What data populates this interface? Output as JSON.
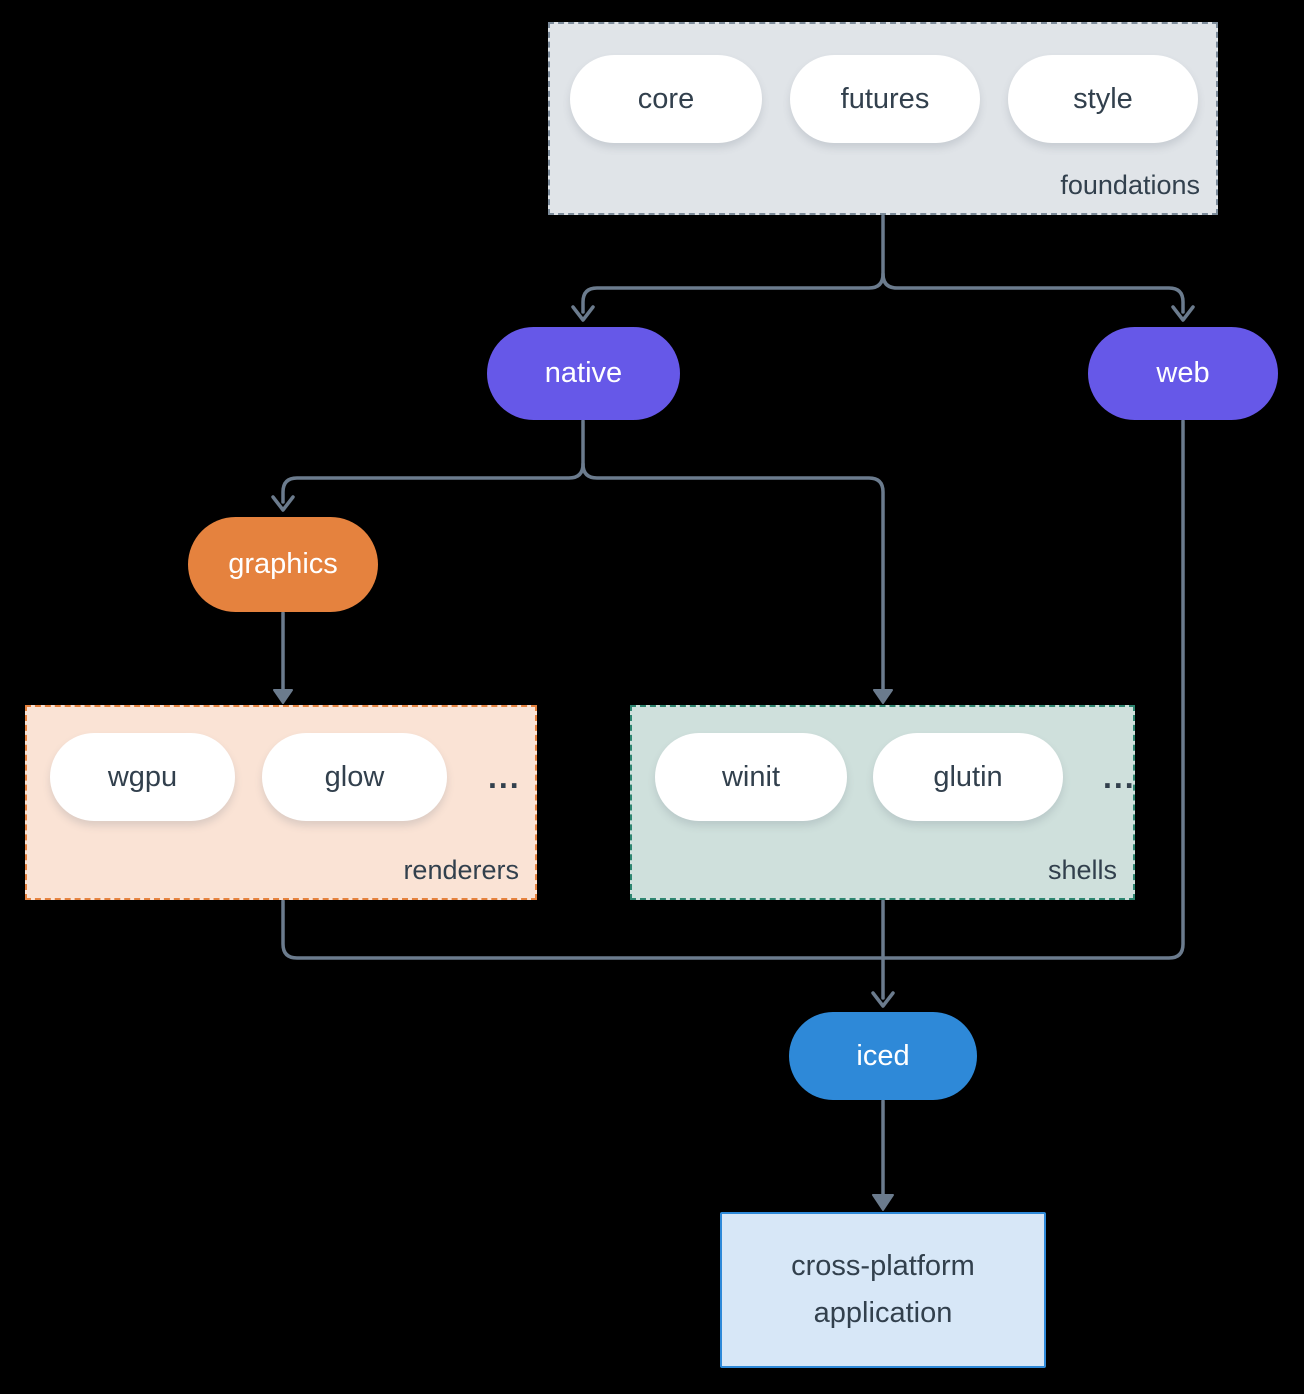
{
  "colors": {
    "background": "#000000",
    "line": "#6B7B8D",
    "text_dark": "#32404D",
    "text_light": "#FFFFFF",
    "pill_white": "#FFFFFF",
    "node_purple": "#6658E8",
    "node_orange": "#E5823E",
    "node_blue": "#2E89D8",
    "group_foundations_bg": "#E0E4E8",
    "group_foundations_border": "#7D8C9B",
    "group_renderers_bg": "#FAE3D5",
    "group_renderers_border": "#E5823E",
    "group_shells_bg": "#CFE0DC",
    "group_shells_border": "#2E8570",
    "app_bg": "#D7E7F7",
    "app_border": "#2E89D8"
  },
  "groups": {
    "foundations": {
      "label": "foundations",
      "items": [
        "core",
        "futures",
        "style"
      ]
    },
    "renderers": {
      "label": "renderers",
      "items": [
        "wgpu",
        "glow"
      ],
      "ellipsis": "..."
    },
    "shells": {
      "label": "shells",
      "items": [
        "winit",
        "glutin"
      ],
      "ellipsis": "..."
    }
  },
  "nodes": {
    "native": "native",
    "web": "web",
    "graphics": "graphics",
    "iced": "iced",
    "application": "cross-platform application"
  }
}
